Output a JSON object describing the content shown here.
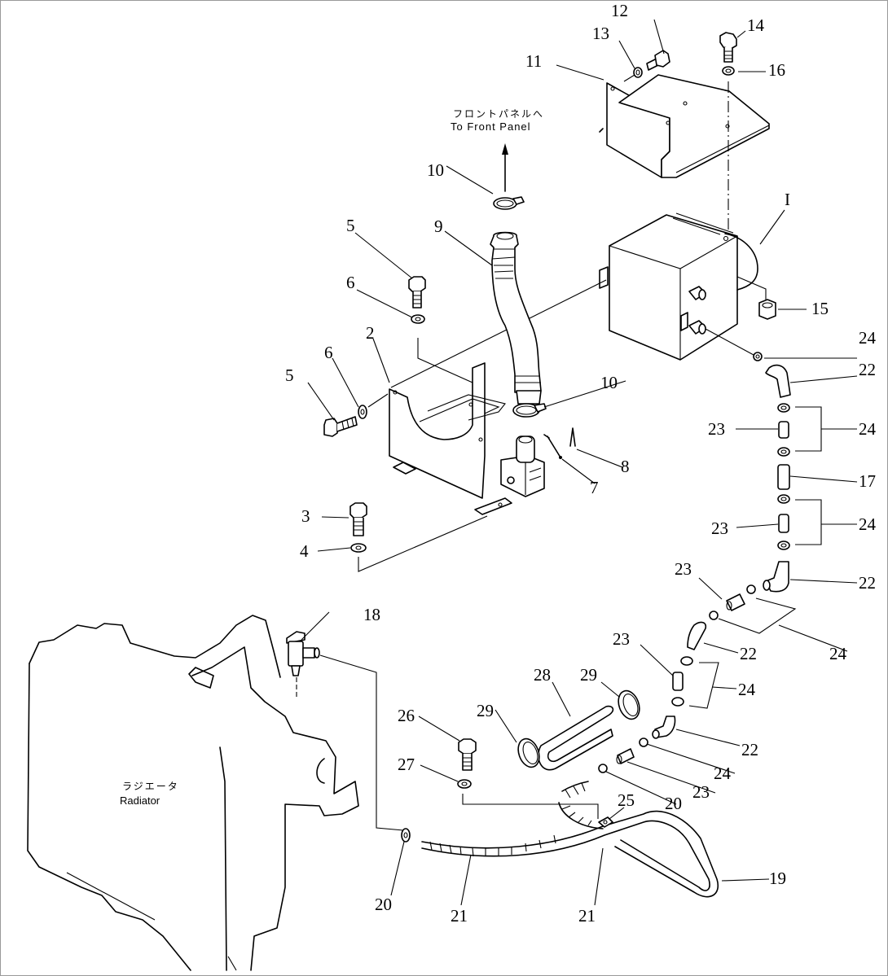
{
  "diagram": {
    "type": "exploded-parts-diagram",
    "subject": "Heater hose and mounting parts",
    "annotations": {
      "front_panel_jp": "フロントパネルへ",
      "front_panel_en": "To Front Panel",
      "radiator_jp": "ラジエータ",
      "radiator_en": "Radiator"
    },
    "callouts": {
      "c1": "I",
      "c2": "2",
      "c3": "3",
      "c4": "4",
      "c5a": "5",
      "c5b": "5",
      "c6a": "6",
      "c6b": "6",
      "c7": "7",
      "c8": "8",
      "c9": "9",
      "c10a": "10",
      "c10b": "10",
      "c11": "11",
      "c12": "12",
      "c13": "13",
      "c14": "14",
      "c15": "15",
      "c16": "16",
      "c17": "17",
      "c18": "18",
      "c19": "19",
      "c20a": "20",
      "c20b": "20",
      "c21a": "21",
      "c21b": "21",
      "c22a": "22",
      "c22b": "22",
      "c22c": "22",
      "c22d": "22",
      "c23a": "23",
      "c23b": "23",
      "c23c": "23",
      "c23d": "23",
      "c23e": "23",
      "c24a": "24",
      "c24b": "24",
      "c24c": "24",
      "c24d": "24",
      "c24e": "24",
      "c24f": "24",
      "c25": "25",
      "c26": "26",
      "c27": "27",
      "c28": "28",
      "c29a": "29",
      "c29b": "29"
    },
    "parts": [
      {
        "no": "I",
        "name": "heater-unit"
      },
      {
        "no": "2",
        "name": "bracket"
      },
      {
        "no": "3",
        "name": "bolt"
      },
      {
        "no": "4",
        "name": "washer"
      },
      {
        "no": "5",
        "name": "bolt"
      },
      {
        "no": "6",
        "name": "washer"
      },
      {
        "no": "7",
        "name": "pin"
      },
      {
        "no": "8",
        "name": "cotter-pin"
      },
      {
        "no": "9",
        "name": "duct-hose"
      },
      {
        "no": "10",
        "name": "hose-clamp"
      },
      {
        "no": "11",
        "name": "cover"
      },
      {
        "no": "12",
        "name": "bolt"
      },
      {
        "no": "13",
        "name": "washer"
      },
      {
        "no": "14",
        "name": "bolt"
      },
      {
        "no": "15",
        "name": "nut"
      },
      {
        "no": "16",
        "name": "washer"
      },
      {
        "no": "17",
        "name": "hose"
      },
      {
        "no": "18",
        "name": "valve"
      },
      {
        "no": "19",
        "name": "hose"
      },
      {
        "no": "20",
        "name": "clamp"
      },
      {
        "no": "21",
        "name": "protector"
      },
      {
        "no": "22",
        "name": "elbow-hose"
      },
      {
        "no": "23",
        "name": "connector"
      },
      {
        "no": "24",
        "name": "clamp"
      },
      {
        "no": "25",
        "name": "clip"
      },
      {
        "no": "26",
        "name": "bolt"
      },
      {
        "no": "27",
        "name": "washer"
      },
      {
        "no": "28",
        "name": "cover-sleeve"
      },
      {
        "no": "29",
        "name": "band"
      }
    ]
  }
}
